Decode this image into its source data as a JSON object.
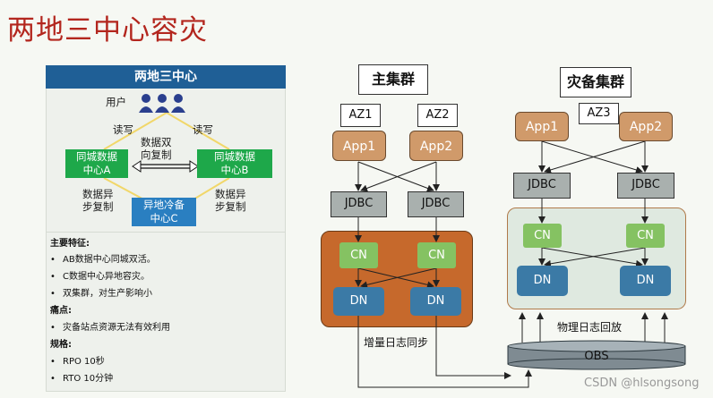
{
  "title": "两地三中心容灾",
  "left": {
    "header": "两地三中心",
    "user_label": "用户",
    "read_write_left": "读写",
    "read_write_right": "读写",
    "center_a": [
      "同城数据",
      "中心A"
    ],
    "center_b": [
      "同城数据",
      "中心B"
    ],
    "center_c": [
      "异地冷备",
      "中心C"
    ],
    "bidirectional": [
      "数据双",
      "向复制"
    ],
    "async_left": [
      "数据异",
      "步复制"
    ],
    "async_right": [
      "数据异",
      "步复制"
    ],
    "features_title": "主要特征:",
    "features": [
      "AB数据中心同城双活。",
      "C数据中心异地容灾。",
      "双集群，对生产影响小"
    ],
    "pain_title": "痛点:",
    "pains": [
      "灾备站点资源无法有效利用"
    ],
    "spec_title": "规格:",
    "specs": [
      "RPO  10秒",
      "RTO  10分钟"
    ]
  },
  "primary": {
    "title": "主集群",
    "az1": "AZ1",
    "az2": "AZ2",
    "app1": "App1",
    "app2": "App2",
    "jdbc1": "JDBC",
    "jdbc2": "JDBC",
    "cn1": "CN",
    "cn2": "CN",
    "dn1": "DN",
    "dn2": "DN",
    "caption": "增量日志同步"
  },
  "standby": {
    "title": "灾备集群",
    "az3": "AZ3",
    "app1": "App1",
    "app2": "App2",
    "jdbc1": "JDBC",
    "jdbc2": "JDBC",
    "cn1": "CN",
    "cn2": "CN",
    "dn1": "DN",
    "dn2": "DN",
    "caption": "物理日志回放"
  },
  "obs": "OBS",
  "watermark": "CSDN @hlsongsong",
  "colors": {
    "title_red": "#b3261e",
    "header_blue": "#1f5f96",
    "center_green": "#1ea84a",
    "center_blue": "#2a7fc1",
    "primary_orange": "#c6692c",
    "standby_tint": "#dfe9e0",
    "app_brown": "#d09a6a",
    "cn_green": "#85c262",
    "dn_blue": "#3b7aa6",
    "jdbc_gray": "#a9b0ae",
    "obs_gray": "#7f8b92"
  }
}
